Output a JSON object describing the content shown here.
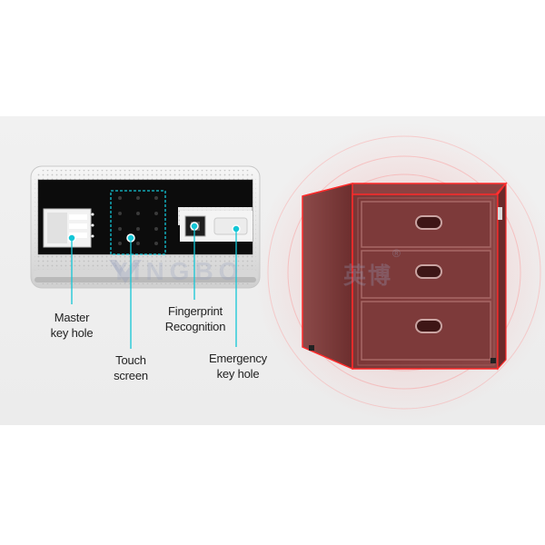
{
  "labels": {
    "master_key_hole": "Master\nkey hole",
    "touch_screen": "Touch\nscreen",
    "fingerprint_recognition": "Fingerprint\nRecognition",
    "emergency_key_hole": "Emergency\nkey hole"
  },
  "watermark": {
    "latin": "YINGBO",
    "chinese": "英博",
    "registered": "®"
  },
  "colors": {
    "callout": "#13c6d6",
    "cabinet": "#7e3a3a",
    "glow": "#ff3b3b",
    "panel_black": "#0c0c0c"
  }
}
